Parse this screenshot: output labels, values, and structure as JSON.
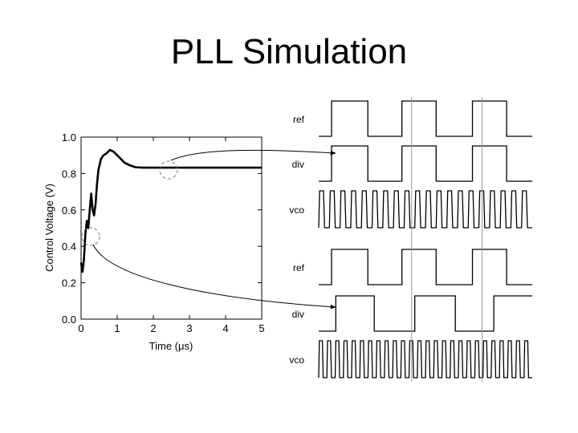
{
  "slide": {
    "title": "PLL Simulation"
  },
  "chart_data": [
    {
      "type": "line",
      "title": "",
      "xlabel": "Time (μs)",
      "ylabel": "Control Voltage (V)",
      "xlim": [
        0,
        5
      ],
      "ylim": [
        0,
        1.0
      ],
      "xticks": [
        "0",
        "1",
        "2",
        "3",
        "4",
        "5"
      ],
      "yticks": [
        "0.0",
        "0.2",
        "0.4",
        "0.6",
        "0.8",
        "1.0"
      ],
      "grid": false,
      "series": [
        {
          "x": [
            0,
            0.04,
            0.08,
            0.12,
            0.16,
            0.2,
            0.24,
            0.28,
            0.32,
            0.36,
            0.4,
            0.44,
            0.48,
            0.55,
            0.62,
            0.7,
            0.8,
            0.9,
            1.0,
            1.1,
            1.2,
            1.35,
            1.5,
            1.7,
            2.0,
            2.5,
            3.0,
            4.0,
            5.0
          ],
          "y": [
            0.31,
            0.26,
            0.33,
            0.47,
            0.54,
            0.5,
            0.6,
            0.69,
            0.6,
            0.57,
            0.63,
            0.74,
            0.82,
            0.88,
            0.9,
            0.91,
            0.93,
            0.92,
            0.9,
            0.88,
            0.86,
            0.845,
            0.835,
            0.832,
            0.832,
            0.832,
            0.832,
            0.832,
            0.832
          ]
        }
      ],
      "annotations": [
        {
          "shape": "dashed-circle",
          "at": [
            0.3,
            0.45
          ],
          "arrow_to": "lower div waveform"
        },
        {
          "shape": "dashed-circle",
          "at": [
            2.4,
            0.82
          ],
          "arrow_to": "upper div waveform"
        }
      ]
    },
    {
      "type": "line",
      "title": "",
      "description_of_groups": null,
      "groups": [
        {
          "signals": [
            {
              "name": "ref",
              "edges_x_fraction": [
                0.06,
                0.23,
                0.39,
                0.55,
                0.72,
                0.88
              ]
            },
            {
              "name": "div",
              "edges_x_fraction": [
                0.06,
                0.23,
                0.39,
                0.55,
                0.72,
                0.88
              ]
            },
            {
              "name": "vco",
              "periods": 20
            }
          ]
        },
        {
          "signals": [
            {
              "name": "ref",
              "edges_x_fraction": [
                0.06,
                0.23,
                0.39,
                0.55,
                0.72,
                0.88
              ]
            },
            {
              "name": "div",
              "edges_x_fraction": [
                0.08,
                0.26,
                0.45,
                0.64,
                0.82
              ]
            },
            {
              "name": "vco",
              "periods": 26
            }
          ]
        }
      ]
    }
  ]
}
